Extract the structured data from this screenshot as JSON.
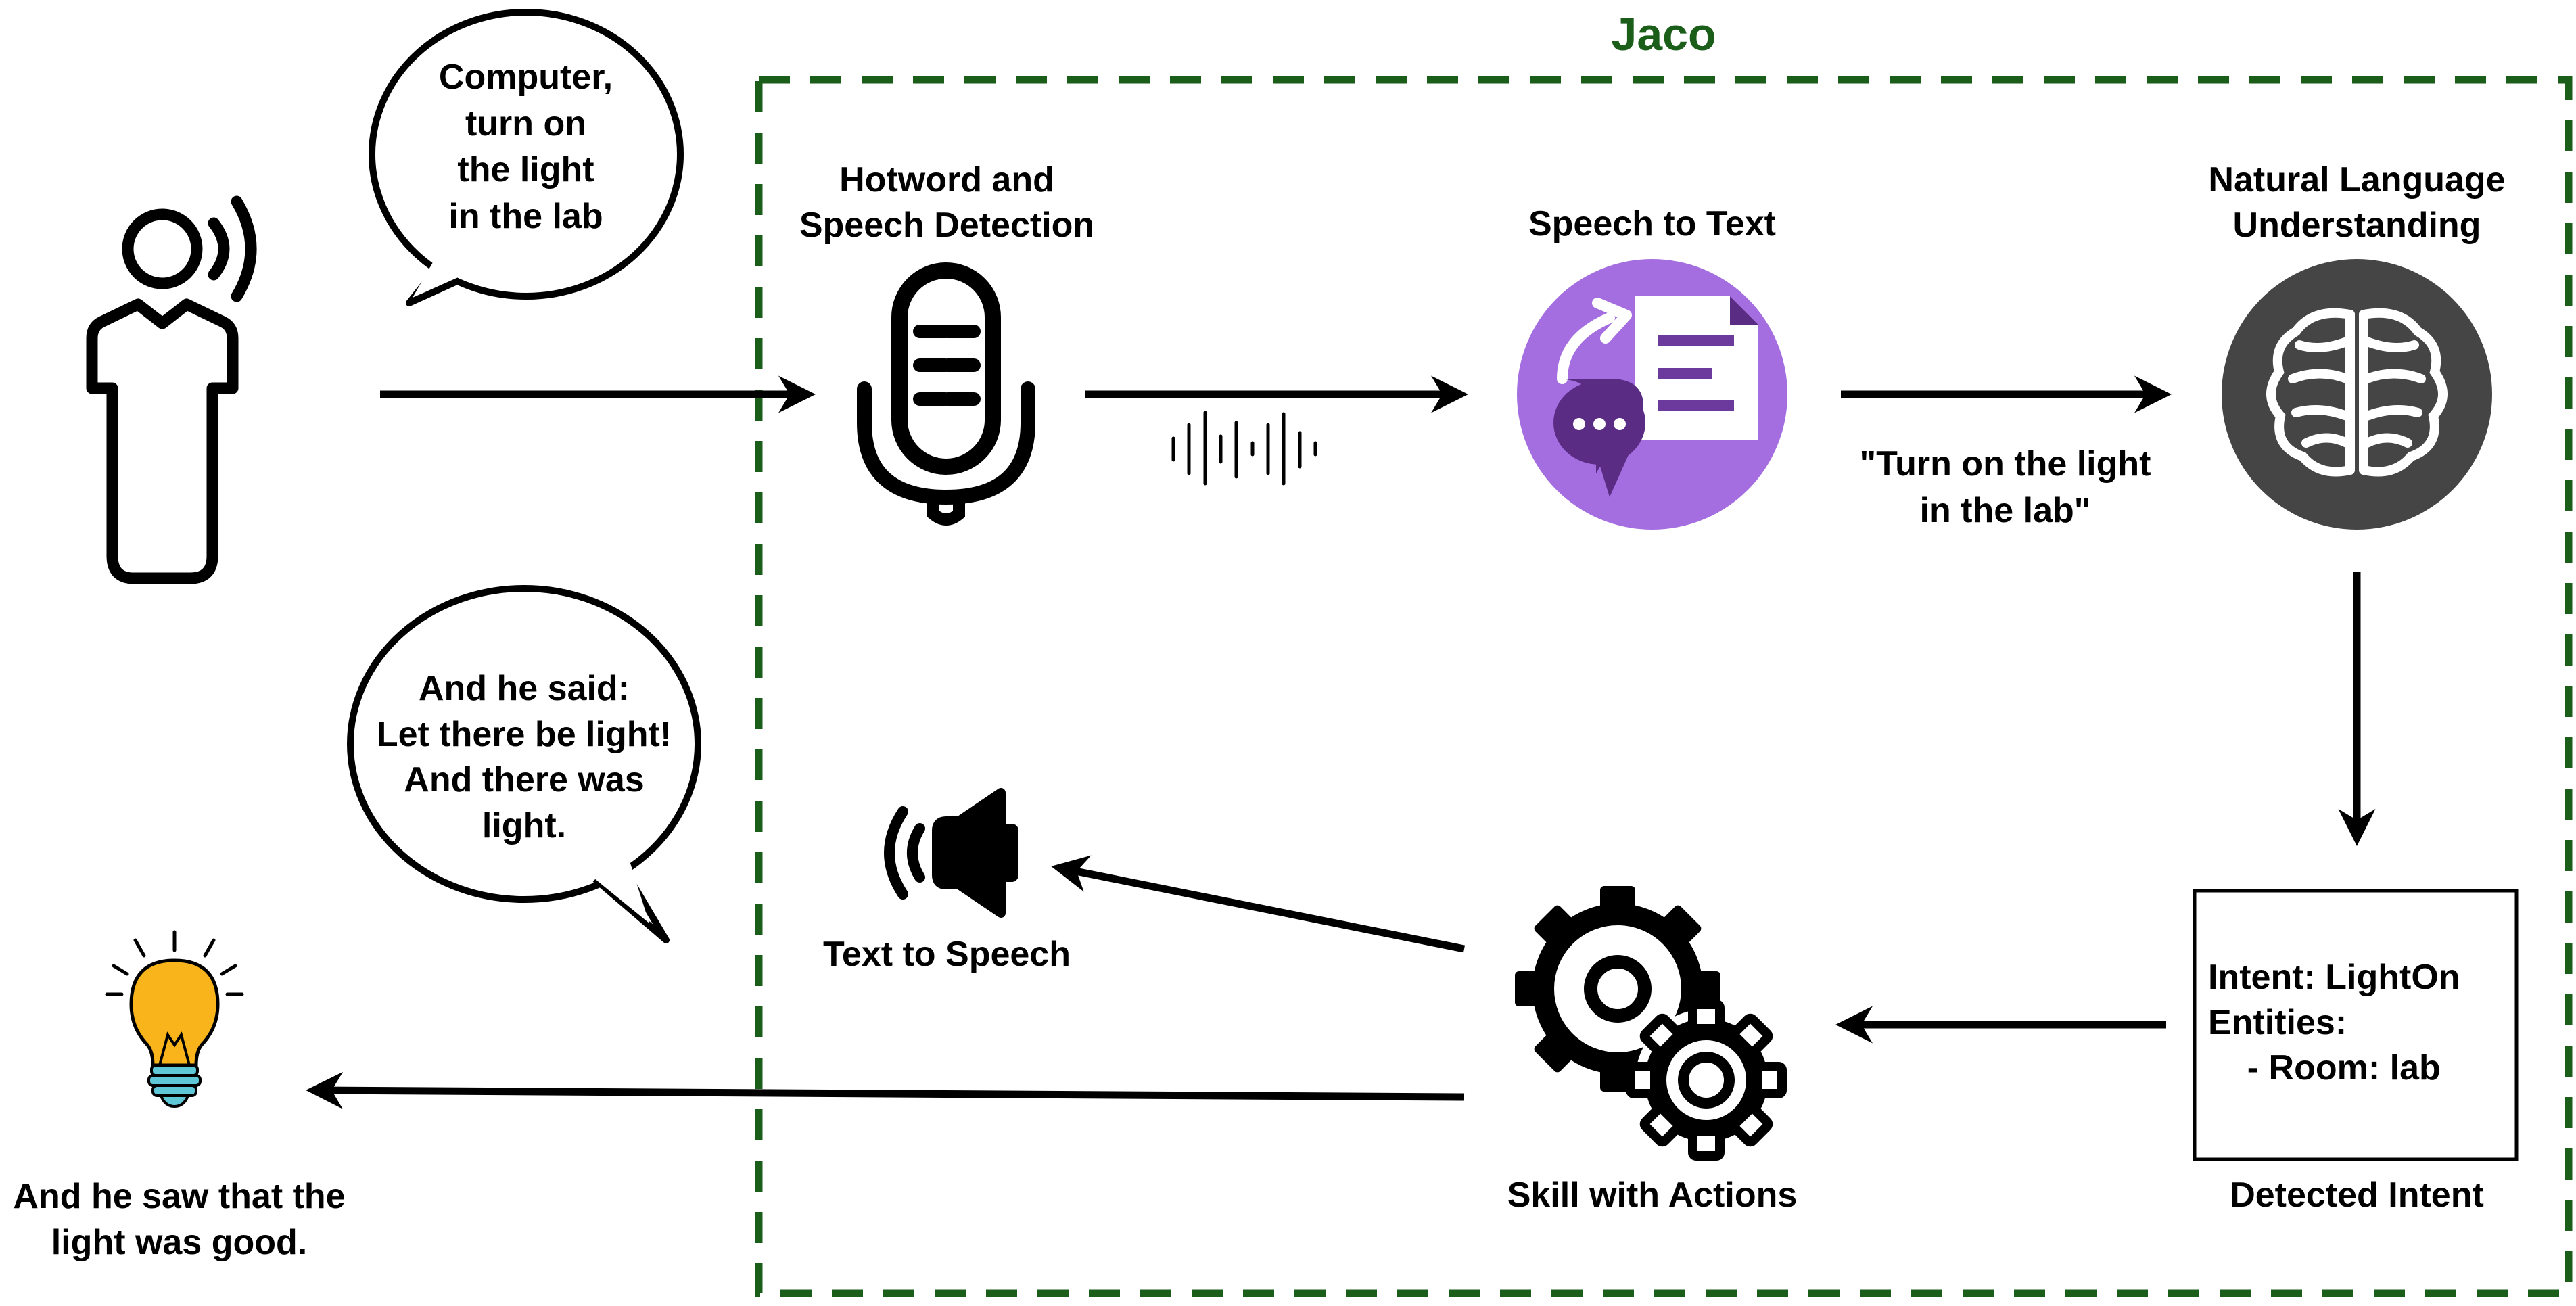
{
  "system": {
    "name": "Jaco",
    "frame_color": "#1a5e1a"
  },
  "user_speech": "Computer,\nturn on\nthe light\nin the lab",
  "system_speech": "And he said:\nLet there be light!\nAnd there was\nlight.",
  "steps": {
    "hotword": "Hotword and\nSpeech Detection",
    "stt": "Speech to Text",
    "nlu": "Natural Language\nUnderstanding",
    "tts": "Text to Speech",
    "skill": "Skill with Actions",
    "intent": "Detected Intent"
  },
  "transcript": "\"Turn on the light\nin the lab\"",
  "intent_box": {
    "intent": "Intent: LightOn",
    "entities": "Entities:",
    "room": "    - Room: lab"
  },
  "outcome": "And he saw that the\nlight was good.",
  "icons": {
    "person": "person-speaking-icon",
    "microphone": "microphone-icon",
    "soundwave": "soundwave-icon",
    "speech_to_text": "speech-to-text-icon",
    "brain": "brain-icon",
    "speaker": "speaker-icon",
    "gears": "gears-icon",
    "lightbulb": "lightbulb-icon"
  },
  "colors": {
    "stt_circle": "#a46ee0",
    "stt_bubble": "#5b2c84",
    "stt_doc_lines": "#6b3a9c",
    "brain_circle": "#454545",
    "bulb": "#f9b41b",
    "bulb_base": "#5fc7d6"
  }
}
